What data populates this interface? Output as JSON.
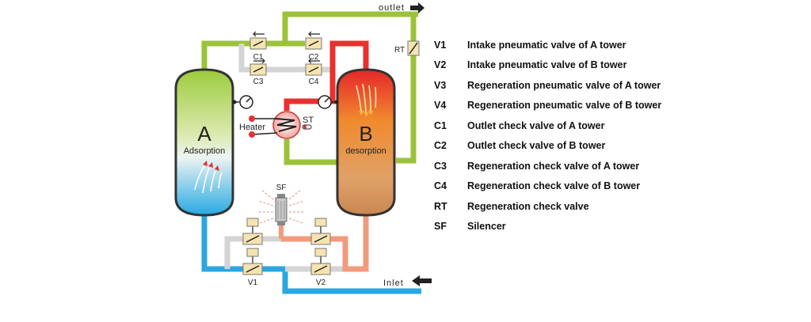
{
  "diagram": {
    "outlet_label": "outlet",
    "inlet_label": "Inlet",
    "tower_a": {
      "letter": "A",
      "state": "Adsorption"
    },
    "tower_b": {
      "letter": "B",
      "state": "desorption"
    },
    "heater_label": "Heater",
    "valve_labels": {
      "c1": "C1",
      "c2": "C2",
      "c3": "C3",
      "c4": "C4",
      "v1": "V1",
      "v2": "V2",
      "v3": "V3",
      "v4": "V4",
      "rt": "RT",
      "st": "ST",
      "sf": "SF"
    },
    "colors": {
      "dry_air": "#9bc33a",
      "wet_air": "#2aa7e0",
      "hot_air": "#e8312f",
      "purge": "#f29b7c",
      "idle_pipe": "#d4d4d4"
    }
  },
  "legend": [
    {
      "code": "V1",
      "desc": "Intake pneumatic valve of A tower"
    },
    {
      "code": "V2",
      "desc": "Intake pneumatic valve of B tower"
    },
    {
      "code": "V3",
      "desc": "Regeneration pneumatic valve of A tower"
    },
    {
      "code": "V4",
      "desc": "Regeneration pneumatic valve of B tower"
    },
    {
      "code": "C1",
      "desc": "Outlet check valve of A tower"
    },
    {
      "code": "C2",
      "desc": "Outlet check valve of B tower"
    },
    {
      "code": "C3",
      "desc": "Regeneration check valve of A tower"
    },
    {
      "code": "C4",
      "desc": "Regeneration check valve of B tower"
    },
    {
      "code": "RT",
      "desc": "Regeneration check valve"
    },
    {
      "code": "SF",
      "desc": "Silencer"
    }
  ]
}
